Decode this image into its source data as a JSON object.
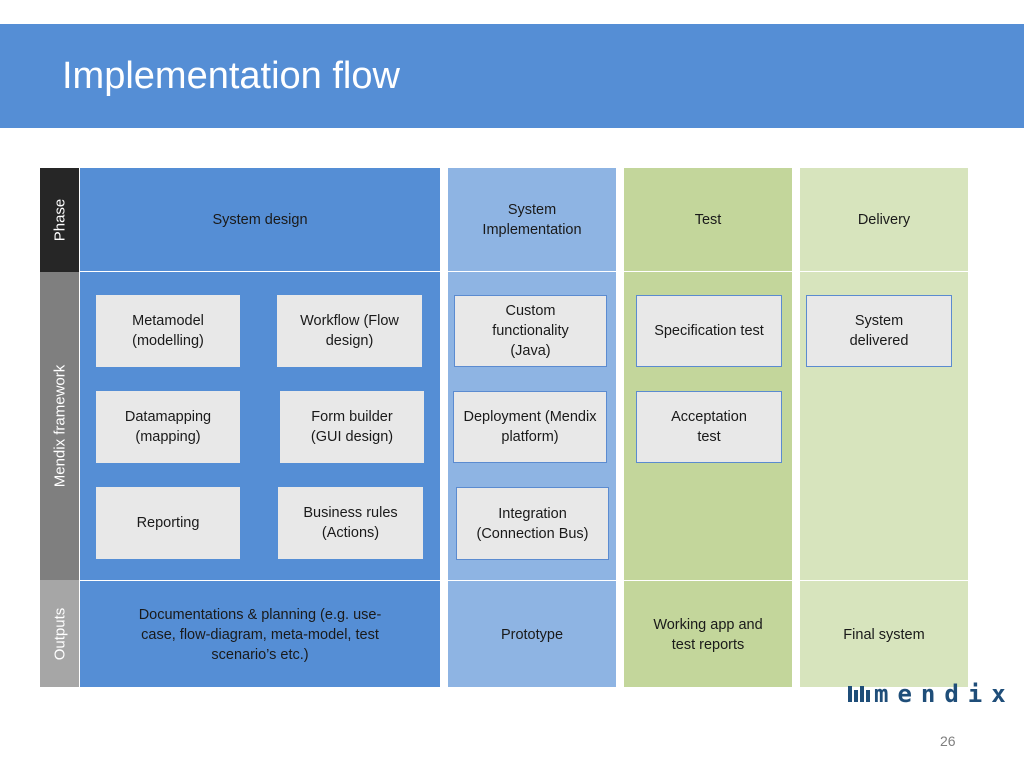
{
  "title": "Implementation flow",
  "row_labels": {
    "phase": "Phase",
    "framework": "Mendix framework",
    "outputs": "Outputs"
  },
  "phases": {
    "design": "System design",
    "implementation": "System Implementation",
    "test": "Test",
    "delivery": "Delivery"
  },
  "framework": {
    "design": [
      "Metamodel (modelling)",
      "Workflow (Flow design)",
      "Datamapping (mapping)",
      "Form builder (GUI design)",
      "Reporting",
      "Business rules (Actions)"
    ],
    "implementation": [
      "Custom functionality (Java)",
      "Deployment (Mendix platform)",
      "Integration (Connection Bus)"
    ],
    "test": [
      "Specification test",
      "Acceptation test"
    ],
    "delivery": [
      "System delivered"
    ]
  },
  "outputs": {
    "design": "Documentations & planning (e.g. use-case, flow-diagram, meta-model, test scenario’s etc.)",
    "implementation": "Prototype",
    "test": "Working app and test reports",
    "delivery": "Final system"
  },
  "logo_text": "mendix",
  "page_number": "26",
  "colors": {
    "title_bar": "#558ed5",
    "design_column": "#558ed5",
    "implementation_column": "#8eb4e3",
    "test_column": "#c3d69b",
    "delivery_column": "#d7e4bd",
    "box_fill": "#e8e8e8",
    "logo": "#1f4e79"
  }
}
